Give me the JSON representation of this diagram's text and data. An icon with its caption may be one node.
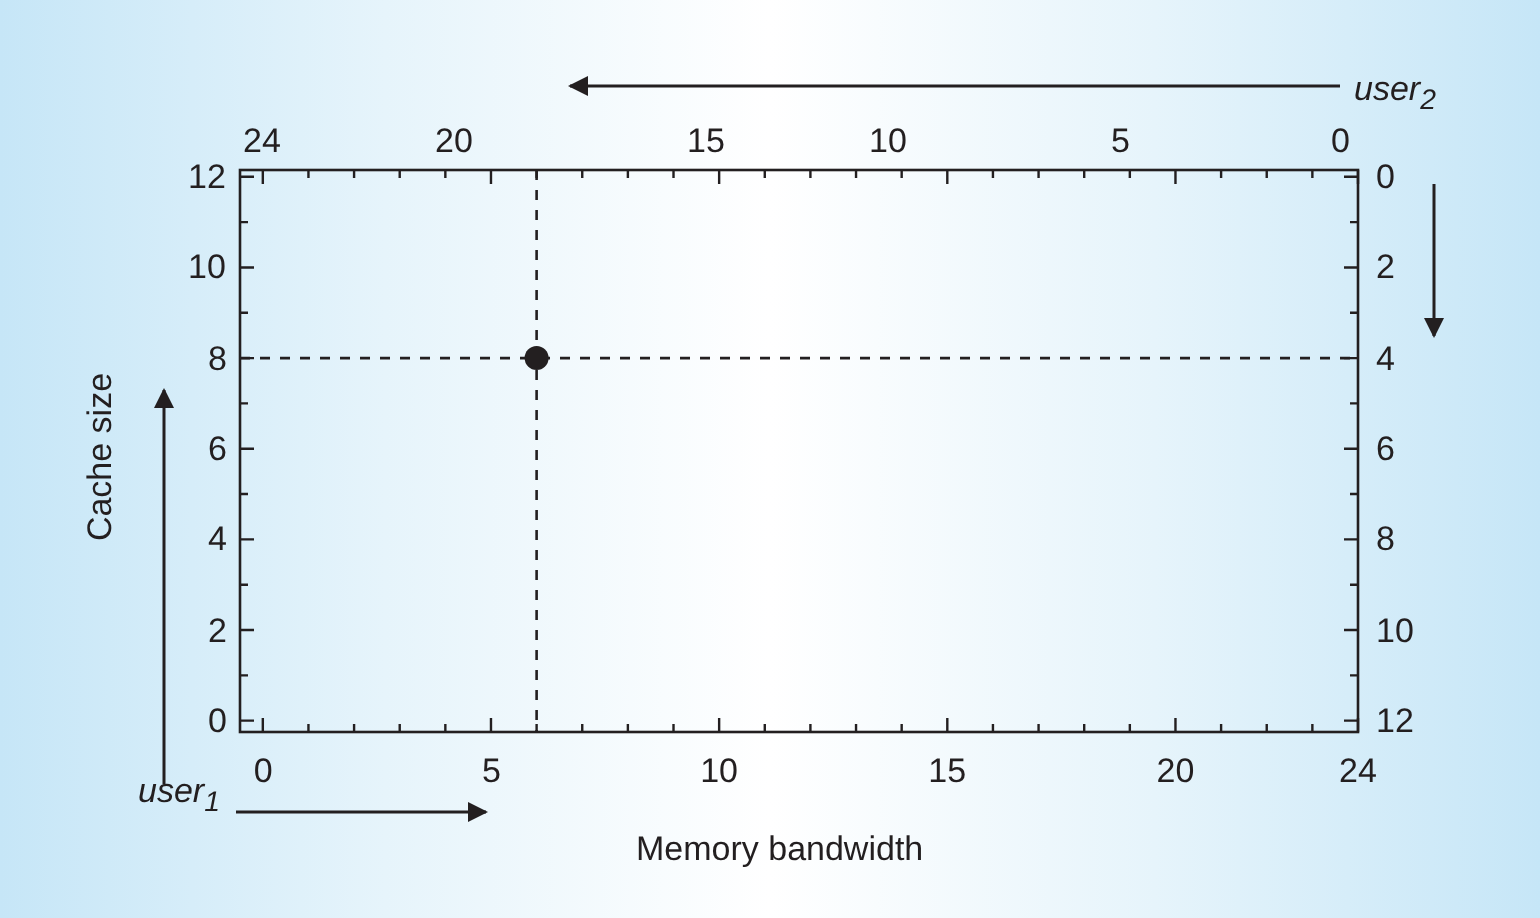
{
  "diagram": {
    "labels": [
      "*user*$_{2}$",
      "24",
      "20",
      "15",
      "10",
      "5",
      "0",
      "0",
      "2",
      "4",
      "6",
      "8",
      "10",
      "12",
      "*user*$_{1}$"
    ],
    "chart_data": {
      "type": "scatter",
      "xlabel": "Memory bandwidth",
      "ylabel": "Cache size",
      "x": [
        6
      ],
      "values": [
        8
      ],
      "xlim": [
        -0.5,
        24
      ],
      "ylim": [
        -0.25,
        12.15
      ],
      "xticks": [
        0,
        5,
        10,
        15,
        20,
        24
      ],
      "yticks": [
        0,
        2,
        4,
        6,
        8,
        10,
        12
      ]
    }
  }
}
